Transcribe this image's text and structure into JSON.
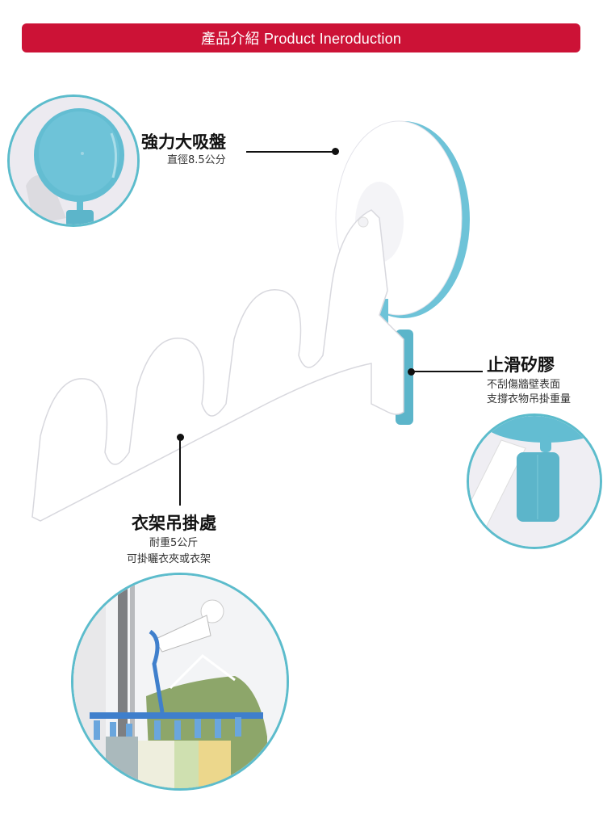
{
  "banner": {
    "label": "產品介紹 Product Ineroduction",
    "color": "#cc1236"
  },
  "features": [
    {
      "id": "suction-cup",
      "title": "強力大吸盤",
      "lines": [
        "直徑8.5公分"
      ]
    },
    {
      "id": "anti-slip-silicone",
      "title": "止滑矽膠",
      "lines": [
        "不刮傷牆壁表面",
        "支撐衣物吊掛重量"
      ]
    },
    {
      "id": "hanger-hooks",
      "title": "衣架吊掛處",
      "lines": [
        "耐重5公斤",
        "可掛曬衣夾或衣架"
      ]
    }
  ],
  "colors": {
    "accent_blue": "#5cbccc",
    "product_white": "#ffffff",
    "label_dark": "#111111"
  }
}
